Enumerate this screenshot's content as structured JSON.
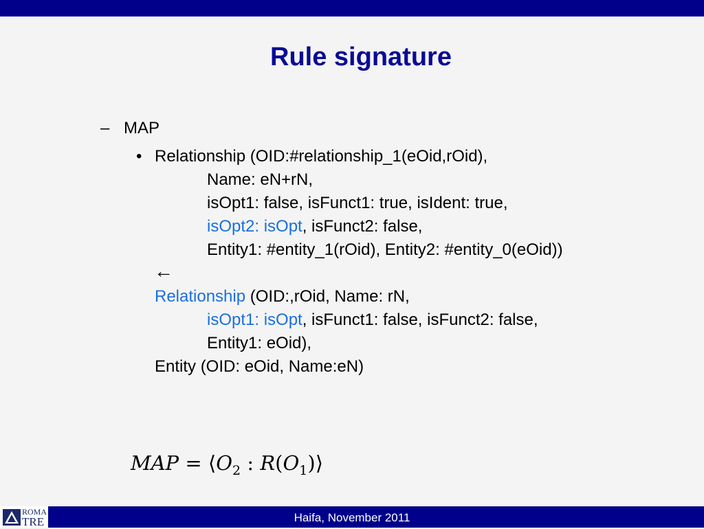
{
  "slide": {
    "title": "Rule signature",
    "dash_item": "MAP",
    "rule": {
      "head_line1": "Relationship (OID:#relationship_1(eOid,rOid),",
      "head_line2": "Name: eN+rN,",
      "head_line3": "isOpt1: false, isFunct1: true, isIdent: true,",
      "head_line4_blue": "isOpt2: isOpt",
      "head_line4_rest": ", isFunct2: false,",
      "head_line5": "Entity1: #entity_1(rOid), Entity2: #entity_0(eOid))",
      "arrow": "←",
      "body_line1_blue": "Relationship",
      "body_line1_rest": " (OID:,rOid, Name: rN,",
      "body_line2_blue": "isOpt1: isOpt",
      "body_line2_rest": ", isFunct1: false, isFunct2: false,",
      "body_line3": "Entity1: eOid),",
      "body_line4": "Entity (OID: eOid, Name:eN)"
    },
    "formula": {
      "lhs": "MAP",
      "equals": "=",
      "open": "⟨",
      "o2": "O",
      "o2_sub": "2",
      "colon": ":",
      "r": "R",
      "lparen": "(",
      "o1": "O",
      "o1_sub": "1",
      "rparen": ")",
      "close": "⟩"
    }
  },
  "logo": {
    "line1": "ROMA",
    "line2": "TRE"
  },
  "footer": {
    "text": "Haifa, November 2011"
  },
  "colors": {
    "bar": "#00008b",
    "title": "#0a0a96",
    "highlight": "#1a6fe0",
    "background": "#f4f4f4"
  }
}
